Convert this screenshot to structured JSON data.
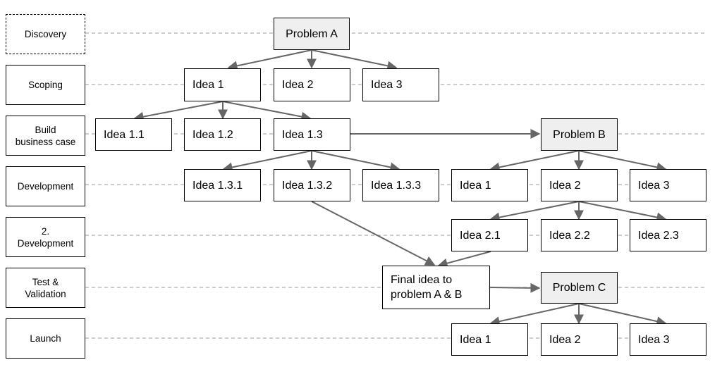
{
  "stages": [
    {
      "label": "Discovery"
    },
    {
      "label": "Scoping"
    },
    {
      "label": "Build\nbusiness case"
    },
    {
      "label": "Development"
    },
    {
      "label": "2.\nDevelopment"
    },
    {
      "label": "Test &\nValidation"
    },
    {
      "label": "Launch"
    }
  ],
  "discovery": {
    "problem_a": "Problem A"
  },
  "scoping": {
    "idea_1": "Idea 1",
    "idea_2": "Idea 2",
    "idea_3": "Idea 3"
  },
  "build_business_case": {
    "idea_1_1": "Idea 1.1",
    "idea_1_2": "Idea 1.2",
    "idea_1_3": "Idea 1.3",
    "problem_b": "Problem B"
  },
  "development": {
    "idea_1_3_1": "Idea 1.3.1",
    "idea_1_3_2": "Idea 1.3.2",
    "idea_1_3_3": "Idea 1.3.3",
    "b_idea_1": "Idea 1",
    "b_idea_2": "Idea 2",
    "b_idea_3": "Idea 3"
  },
  "development_2": {
    "idea_2_1": "Idea 2.1",
    "idea_2_2": "Idea 2.2",
    "idea_2_3": "Idea 2.3"
  },
  "test_validation": {
    "final_idea": "Final idea to\nproblem A & B",
    "problem_c": "Problem C"
  },
  "launch": {
    "c_idea_1": "Idea 1",
    "c_idea_2": "Idea 2",
    "c_idea_3": "Idea 3"
  },
  "colors": {
    "arrow": "#666666",
    "dashed_line": "#999999",
    "problem_fill": "#efefef",
    "box_border": "#000000"
  }
}
